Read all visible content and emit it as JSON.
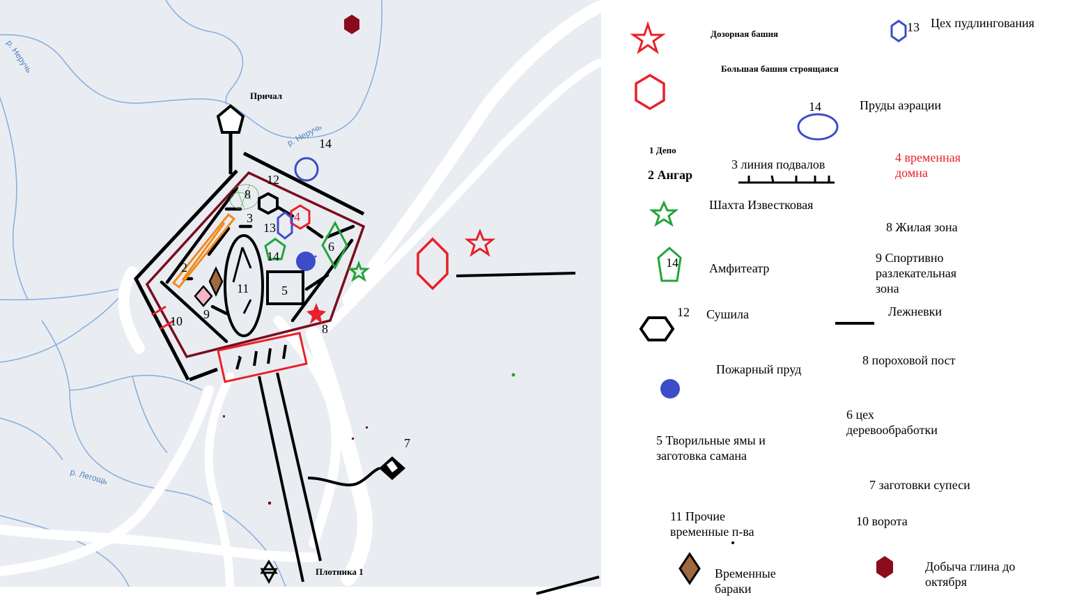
{
  "map": {
    "water_color": "#8ab0dc",
    "land_color": "#e9edf2",
    "fort_outline_color": "#7a0c1c",
    "rivers": [
      "р. Неручь",
      "р. Неручь",
      "р. Легощь"
    ],
    "map_labels": {
      "pier": "Причал",
      "dam": "Плотника 1"
    },
    "fort_numbers": {
      "n8_top": "8",
      "n12": "12",
      "n3": "3",
      "n13": "13",
      "n4": "4",
      "n6": "6",
      "n14_inner": "14",
      "n2": "2",
      "n11": "11",
      "n5": "5",
      "n9": "9",
      "n10": "10",
      "n8_bottom": "8",
      "n1": "1",
      "n14_outer": "14",
      "n7": "7"
    }
  },
  "legend": {
    "watchtower": "Дозорная башня",
    "big_tower": "Большая башня строящаяся",
    "puddling_num": "13",
    "puddling": "Цех пудлингования",
    "aeration_num": "14",
    "aeration": "Пруды аэрации",
    "depot": "1  Депо",
    "hangar": "2 Ангар",
    "cellars": "3 линия подвалов",
    "furnace": "4 временная домна",
    "limestone_mine": "Шахта Известковая",
    "living_zone": "8 Жилая зона",
    "amphitheater_num": "14",
    "amphitheater": "Амфитеатр",
    "sport_zone": "9 Спортивно разлекательная зона",
    "dryer_num": "12",
    "dryer": "Сушила",
    "boardwalks": "Лежневки",
    "powder_post": "8 пороховой пост",
    "fire_pond": "Пожарный пруд",
    "woodwork": "6 цех деревообработки",
    "lime_pits": "5 Творильные ямы и заготовка самана",
    "sandy_loam": "7 заготовки супеси",
    "other_production": "11 Прочие временные п-ва",
    "gates": "10 ворота",
    "barracks": "Временные бараки",
    "clay_mining": "Добыча глина до октября"
  },
  "colors": {
    "red": "#e8202a",
    "blue": "#3d4cc8",
    "green": "#22a33a",
    "orange": "#f38a1d",
    "brown": "#a0683e",
    "pink": "#f4b6c4",
    "dark_red": "#8a0c1c",
    "black": "#000000",
    "legend_red_text": "#e8202a"
  },
  "icons": [
    "star-icon",
    "hexagon-icon",
    "ellipse-icon",
    "pentagon-icon",
    "diamond-icon",
    "circle-icon",
    "line-icon"
  ]
}
